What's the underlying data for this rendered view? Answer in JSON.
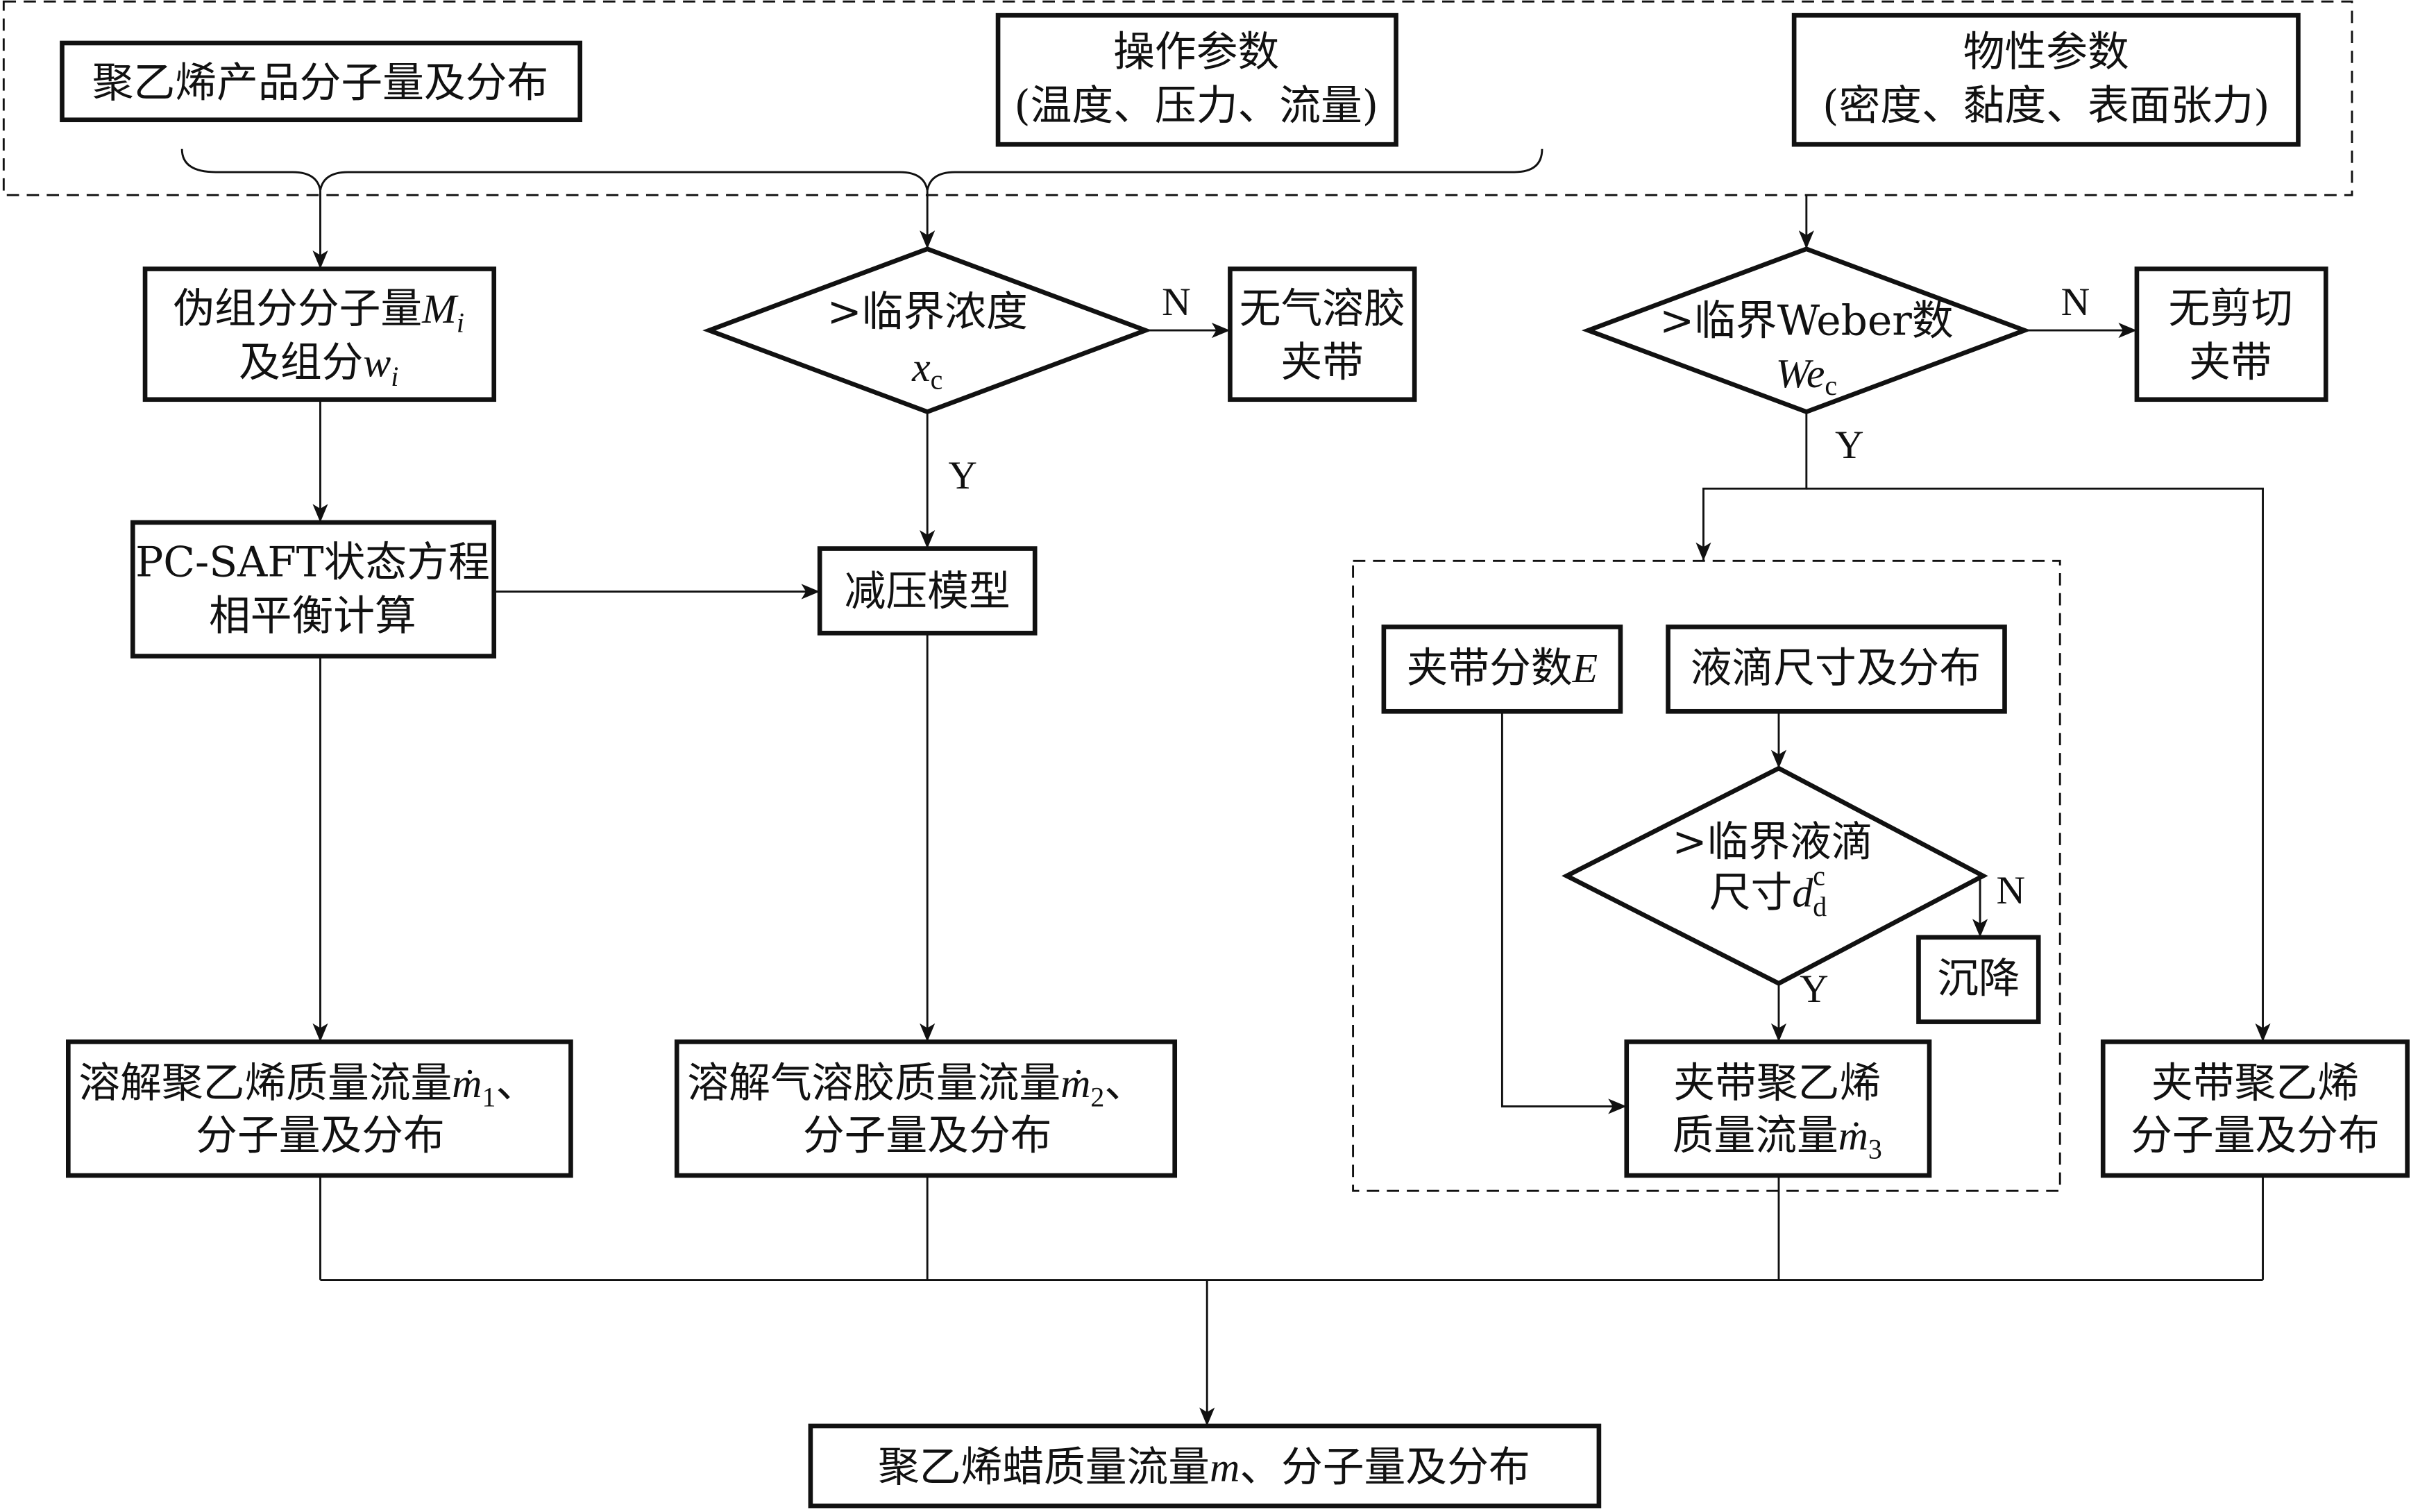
{
  "inputs": {
    "pe_product": "聚乙烯产品分子量及分布",
    "operating_title": "操作参数",
    "operating_items": "(温度、压力、流量)",
    "physical_title": "物性参数",
    "physical_items": "(密度、黏度、表面张力)"
  },
  "pseudo": {
    "line1": "伪组分分子量",
    "var1": "M",
    "sub1": "i",
    "line2": "及组分",
    "var2": "w",
    "sub2": "i"
  },
  "pcsaft": {
    "line1": "PC-SAFT状态方程",
    "line2": "相平衡计算"
  },
  "decision_conc": {
    "line1": ">临界浓度",
    "var": "x",
    "sub": "c"
  },
  "no_aerosol": {
    "line1": "无气溶胶",
    "line2": "夹带"
  },
  "decompression": "减压模型",
  "decision_weber": {
    "line1": ">临界Weber数",
    "var": "We",
    "sub": "c"
  },
  "no_shear": {
    "line1": "无剪切",
    "line2": "夹带"
  },
  "entrain_fraction": {
    "text": "夹带分数",
    "var": "E"
  },
  "droplet": "液滴尺寸及分布",
  "decision_droplet": {
    "line1": ">临界液滴",
    "line2": "尺寸",
    "var": "d",
    "sub": "d",
    "sup": "c"
  },
  "settle": "沉降",
  "m1": {
    "line1": "溶解聚乙烯质量流量",
    "var": "ṁ",
    "sub": "1",
    "tail": "、",
    "line2": "分子量及分布"
  },
  "m2": {
    "line1": "溶解气溶胶质量流量",
    "var": "ṁ",
    "sub": "2",
    "tail": "、",
    "line2": "分子量及分布"
  },
  "m3": {
    "line1": "夹带聚乙烯",
    "line2": "质量流量",
    "var": "ṁ",
    "sub": "3"
  },
  "entrained_mw": {
    "line1": "夹带聚乙烯",
    "line2": "分子量及分布"
  },
  "final": {
    "pre": "聚乙烯蜡质量流量",
    "var": "m",
    "post": "、分子量及分布"
  },
  "labels": {
    "yes": "Y",
    "no": "N"
  }
}
